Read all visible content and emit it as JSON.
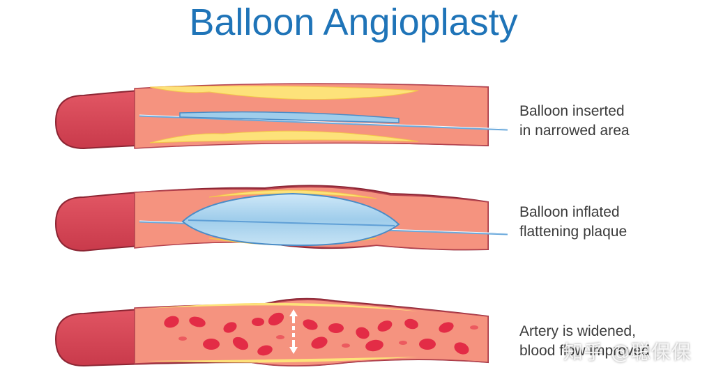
{
  "title": "Balloon Angioplasty",
  "captions": [
    {
      "line1": "Balloon inserted",
      "line2": "in narrowed area"
    },
    {
      "line1": "Balloon inflated",
      "line2": "flattening plaque"
    },
    {
      "line1": "Artery is widened,",
      "line2": "blood flow improved"
    }
  ],
  "watermark": "知乎 @聪保保",
  "colors": {
    "title": "#1f74b8",
    "artery_wall": "#d74555",
    "artery_inner": "#f4907c",
    "plaque": "#fde27a",
    "balloon": "#a8d4ef",
    "catheter": "#5f9fd6",
    "red_cell": "#e32c46",
    "caption_text": "#3b3b3b"
  },
  "icons": [
    "up-arrow-icon",
    "down-arrow-icon"
  ]
}
